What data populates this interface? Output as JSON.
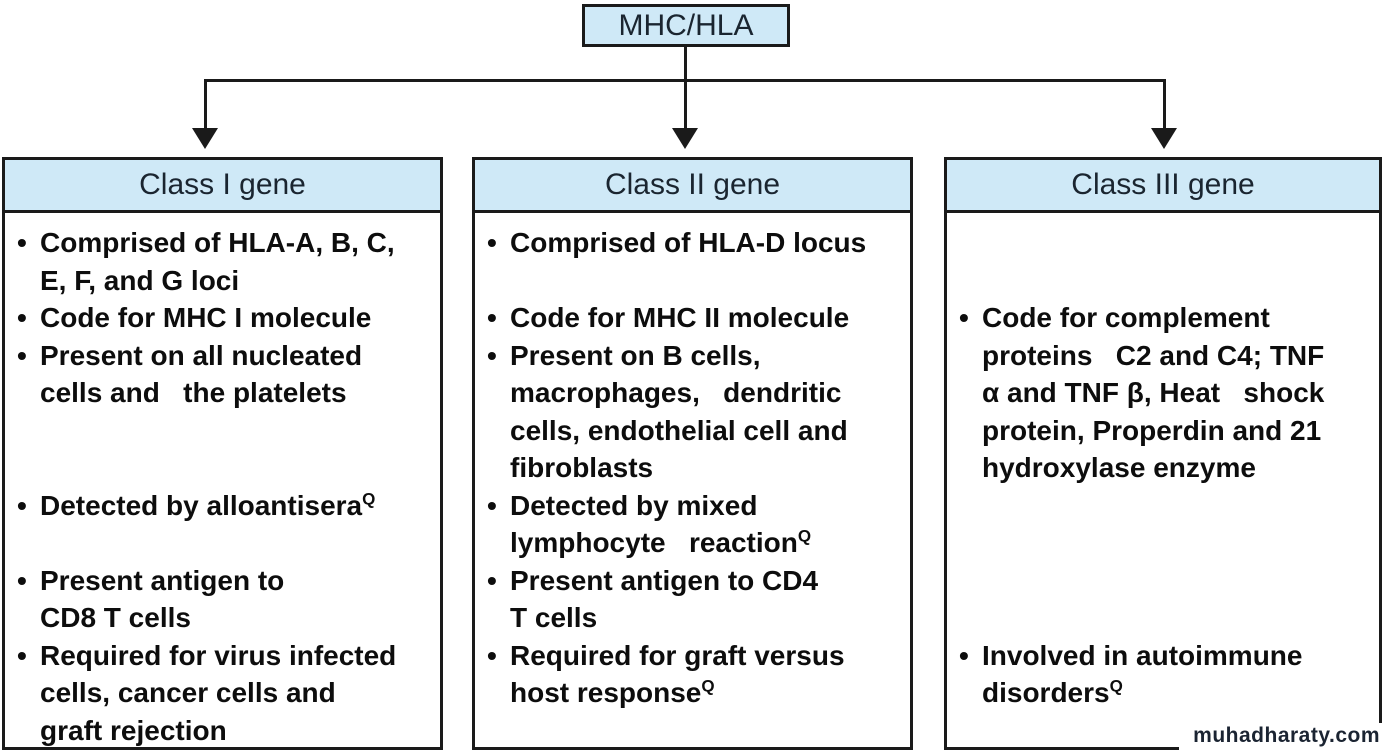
{
  "colors": {
    "header_fill": "#cfe9f7",
    "border": "#1a1a1a",
    "header_text": "#1a2530",
    "body_text": "#0d0d0d",
    "watermark_text": "#1b2432"
  },
  "root_box": {
    "label": "MHC/HLA"
  },
  "columns": [
    {
      "header": "Class I gene",
      "entries": [
        {
          "type": "bullet",
          "lines": [
            "Comprised of HLA-A, B, C,",
            "E, F, and G loci"
          ]
        },
        {
          "type": "bullet",
          "lines": [
            "Code for MHC I molecule"
          ]
        },
        {
          "type": "bullet",
          "lines": [
            "Present on all nucleated",
            "cells and   the platelets"
          ]
        },
        {
          "type": "gap",
          "lines": 2
        },
        {
          "type": "bullet",
          "lines": [
            "Detected by alloantisera"
          ],
          "sup": "Q"
        },
        {
          "type": "gap",
          "lines": 1
        },
        {
          "type": "bullet",
          "lines": [
            "Present antigen to",
            "CD8 T cells"
          ]
        },
        {
          "type": "bullet",
          "lines": [
            "Required for virus infected",
            "cells, cancer cells and",
            "graft rejection"
          ]
        }
      ]
    },
    {
      "header": "Class II gene",
      "entries": [
        {
          "type": "bullet",
          "lines": [
            "Comprised of HLA-D locus"
          ]
        },
        {
          "type": "gap",
          "lines": 1
        },
        {
          "type": "bullet",
          "lines": [
            "Code for MHC II molecule"
          ]
        },
        {
          "type": "bullet",
          "lines": [
            "Present on B cells,",
            "macrophages,   dendritic",
            "cells, endothelial cell and",
            "fibroblasts"
          ]
        },
        {
          "type": "bullet",
          "lines": [
            "Detected by mixed",
            "lymphocyte   reaction"
          ],
          "sup": "Q"
        },
        {
          "type": "bullet",
          "lines": [
            "Present antigen to CD4",
            "T cells"
          ]
        },
        {
          "type": "bullet",
          "lines": [
            "Required for graft versus",
            "host response"
          ],
          "sup": "Q"
        }
      ]
    },
    {
      "header": "Class III gene",
      "entries": [
        {
          "type": "gap",
          "lines": 2
        },
        {
          "type": "bullet",
          "lines": [
            "Code for complement",
            "proteins   C2 and C4; TNF",
            "α and TNF β, Heat   shock",
            "protein, Properdin and 21",
            "hydroxylase enzyme"
          ]
        },
        {
          "type": "gap",
          "lines": 4
        },
        {
          "type": "bullet",
          "lines": [
            "Involved in autoimmune",
            "disorders"
          ],
          "sup": "Q"
        }
      ]
    }
  ],
  "watermark": {
    "text": "muhadharaty.com"
  }
}
